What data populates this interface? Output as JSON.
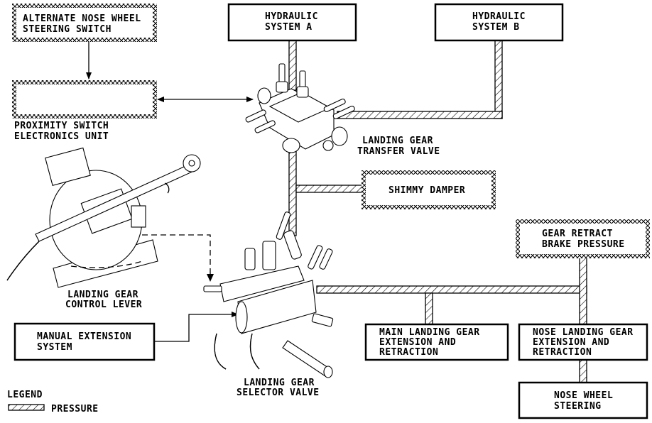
{
  "diagram": {
    "type": "hydraulic system block diagram",
    "boxes": {
      "alt_nose_switch": [
        "ALTERNATE NOSE WHEEL",
        "STEERING SWITCH"
      ],
      "proximity_unit_label": [
        "PROXIMITY SWITCH",
        "ELECTRONICS UNIT"
      ],
      "hyd_a": [
        "HYDRAULIC",
        "SYSTEM A"
      ],
      "hyd_b": [
        "HYDRAULIC",
        "SYSTEM B"
      ],
      "transfer_valve": [
        "LANDING GEAR",
        "TRANSFER VALVE"
      ],
      "shimmy_damper": [
        "SHIMMY DAMPER"
      ],
      "control_lever": [
        "LANDING GEAR",
        "CONTROL LEVER"
      ],
      "manual_extension": [
        "MANUAL EXTENSION",
        "SYSTEM"
      ],
      "selector_valve": [
        "LANDING GEAR",
        "SELECTOR VALVE"
      ],
      "gear_retract_brake": [
        "GEAR RETRACT",
        "BRAKE PRESSURE"
      ],
      "main_gear": [
        "MAIN LANDING GEAR",
        "EXTENSION AND",
        "RETRACTION"
      ],
      "nose_gear": [
        "NOSE LANDING GEAR",
        "EXTENSION AND",
        "RETRACTION"
      ],
      "nose_steering": [
        "NOSE WHEEL",
        "STEERING"
      ]
    },
    "legend": {
      "title": "LEGEND",
      "items": [
        {
          "symbol": "diagonal-hatch",
          "label": "PRESSURE"
        }
      ]
    }
  }
}
